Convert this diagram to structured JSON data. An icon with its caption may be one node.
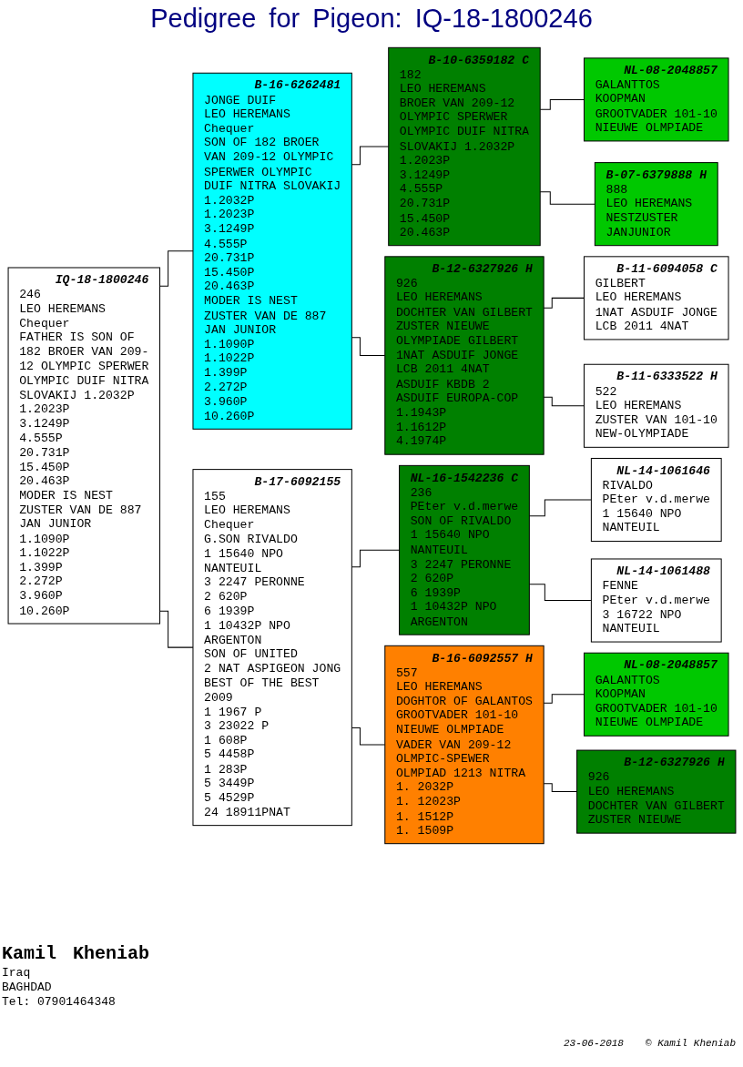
{
  "diagram": {
    "title": "Pedigree for Pigeon: IQ-18-1800246",
    "nodes": [
      {
        "text": [
          "IQ-18-1800246",
          "246",
          "LEO HEREMANS",
          "Chequer",
          "FATHER IS SON OF",
          "182 BROER VAN 209-",
          "12 OLYMPIC SPERWER",
          "OLYMPIC DUIF NITRA",
          "SLOVAKIJ 1.2032P",
          "1.2023P",
          "3.1249P",
          "4.555P",
          "20.731P",
          "15.450P",
          "20.463P",
          "MODER IS NEST",
          "ZUSTER VAN DE 887",
          "JAN JUNIOR",
          "1.1090P",
          "1.1022P",
          "1.399P",
          "2.272P",
          "3.960P",
          "10.260P"
        ]
      },
      {
        "text": [
          "B-16-6262481",
          "JONGE DUIF",
          "LEO HEREMANS",
          "Chequer",
          "SON OF 182 BROER",
          "VAN 209-12 OLYMPIC",
          "SPERWER OLYMPIC",
          "DUIF NITRA SLOVAKIJ",
          "1.2032P",
          "1.2023P",
          "3.1249P",
          "4.555P",
          "20.731P",
          "15.450P",
          "20.463P",
          "MODER IS NEST",
          "ZUSTER VAN DE 887",
          "JAN JUNIOR",
          "1.1090P",
          "1.1022P",
          "1.399P",
          "2.272P",
          "3.960P",
          "10.260P"
        ]
      },
      {
        "text": [
          "B-17-6092155",
          "155",
          "LEO HEREMANS",
          "Chequer",
          "G.SON RIVALDO",
          "1 15640 NPO",
          "NANTEUIL",
          "3 2247 PERONNE",
          "2 620P",
          "6 1939P",
          "1 10432P NPO",
          "ARGENTON",
          "SON OF UNITED",
          "2 NAT ASPIGEON JONG",
          "BEST OF THE BEST",
          "2009",
          "1 1967 P",
          "3 23022 P",
          "1 608P",
          "5 4458P",
          "1 283P",
          "5 3449P",
          "5 4529P",
          "24 18911PNAT"
        ]
      },
      {
        "text": [
          "B-10-6359182 C",
          "182",
          "LEO HEREMANS",
          "BROER VAN 209-12",
          "OLYMPIC SPERWER",
          "OLYMPIC DUIF NITRA",
          "SLOVAKIJ 1.2032P",
          "1.2023P",
          "3.1249P",
          "4.555P",
          "20.731P",
          "15.450P",
          "20.463P"
        ]
      },
      {
        "text": [
          "B-12-6327926 H",
          "926",
          "LEO HEREMANS",
          "DOCHTER VAN GILBERT",
          "ZUSTER NIEUWE",
          "OLYMPIADE GILBERT",
          "1NAT ASDUIF JONGE",
          "LCB 2011 4NAT",
          "ASDUIF KBDB 2",
          "ASDUIF EUROPA-COP",
          "1.1943P",
          "1.1612P",
          "4.1974P"
        ]
      },
      {
        "text": [
          "NL-16-1542236 C",
          "236",
          "PEter v.d.merwe",
          "SON OF RIVALDO",
          "1 15640 NPO",
          "NANTEUIL",
          "3 2247 PERONNE",
          "2 620P",
          "6 1939P",
          "1 10432P NPO",
          "ARGENTON"
        ]
      },
      {
        "text": [
          "B-16-6092557 H",
          "557",
          "LEO HEREMANS",
          "DOGHTOR OF GALANTOS",
          "GROOTVADER 101-10",
          "NIEUWE OLMPIADE",
          "VADER VAN 209-12",
          "OLMPIC-SPEWER",
          "OLMPIAD 1213 NITRA",
          "1. 2032P",
          "1. 12023P",
          "1. 1512P",
          "1. 1509P"
        ]
      },
      {
        "text": [
          "NL-08-2048857",
          "GALANTTOS",
          "KOOPMAN",
          "GROOTVADER 101-10",
          "NIEUWE OLMPIADE"
        ]
      },
      {
        "text": [
          "B-07-6379888 H",
          "888",
          "LEO HEREMANS",
          "NESTZUSTER",
          "JANJUNIOR"
        ]
      },
      {
        "text": [
          "B-11-6094058 C",
          "GILBERT",
          "LEO HEREMANS",
          "1NAT ASDUIF JONGE",
          "LCB 2011 4NAT"
        ]
      },
      {
        "text": [
          "B-11-6333522 H",
          "522",
          "LEO HEREMANS",
          "ZUSTER VAN 101-10",
          "NEW-OLYMPIADE"
        ]
      },
      {
        "text": [
          "NL-14-1061646",
          "RIVALDO",
          "PEter v.d.merwe",
          "1 15640 NPO",
          "NANTEUIL"
        ]
      },
      {
        "text": [
          "NL-14-1061488",
          "FENNE",
          "PEter v.d.merwe",
          "3 16722 NPO",
          "NANTEUIL"
        ]
      },
      {
        "text": [
          "NL-08-2048857",
          "GALANTTOS",
          "KOOPMAN",
          "GROOTVADER 101-10",
          "NIEUWE OLMPIADE"
        ]
      },
      {
        "text": [
          "B-12-6327926 H",
          "926",
          "LEO HEREMANS",
          "DOCHTER VAN GILBERT",
          "ZUSTER NIEUWE"
        ]
      }
    ],
    "edges": [
      {
        "from": 0,
        "to": 1,
        "arrow": "none"
      },
      {
        "from": 0,
        "to": 2,
        "arrow": "none"
      },
      {
        "from": 1,
        "to": 3,
        "arrow": "none"
      },
      {
        "from": 1,
        "to": 4,
        "arrow": "none"
      },
      {
        "from": 2,
        "to": 5,
        "arrow": "none"
      },
      {
        "from": 2,
        "to": 6,
        "arrow": "none"
      },
      {
        "from": 3,
        "to": 7,
        "arrow": "none"
      },
      {
        "from": 3,
        "to": 8,
        "arrow": "none"
      },
      {
        "from": 4,
        "to": 9,
        "arrow": "none"
      },
      {
        "from": 4,
        "to": 10,
        "arrow": "none"
      },
      {
        "from": 5,
        "to": 11,
        "arrow": "none"
      },
      {
        "from": 5,
        "to": 12,
        "arrow": "none"
      },
      {
        "from": 6,
        "to": 13,
        "arrow": "none"
      },
      {
        "from": 6,
        "to": 14,
        "arrow": "none"
      }
    ],
    "labels": [
      "Kamil Kheniab",
      "Iraq",
      "BAGHDAD",
      "Tel: 07901464348",
      "23-06-2018",
      "© Kamil Kheniab"
    ]
  }
}
